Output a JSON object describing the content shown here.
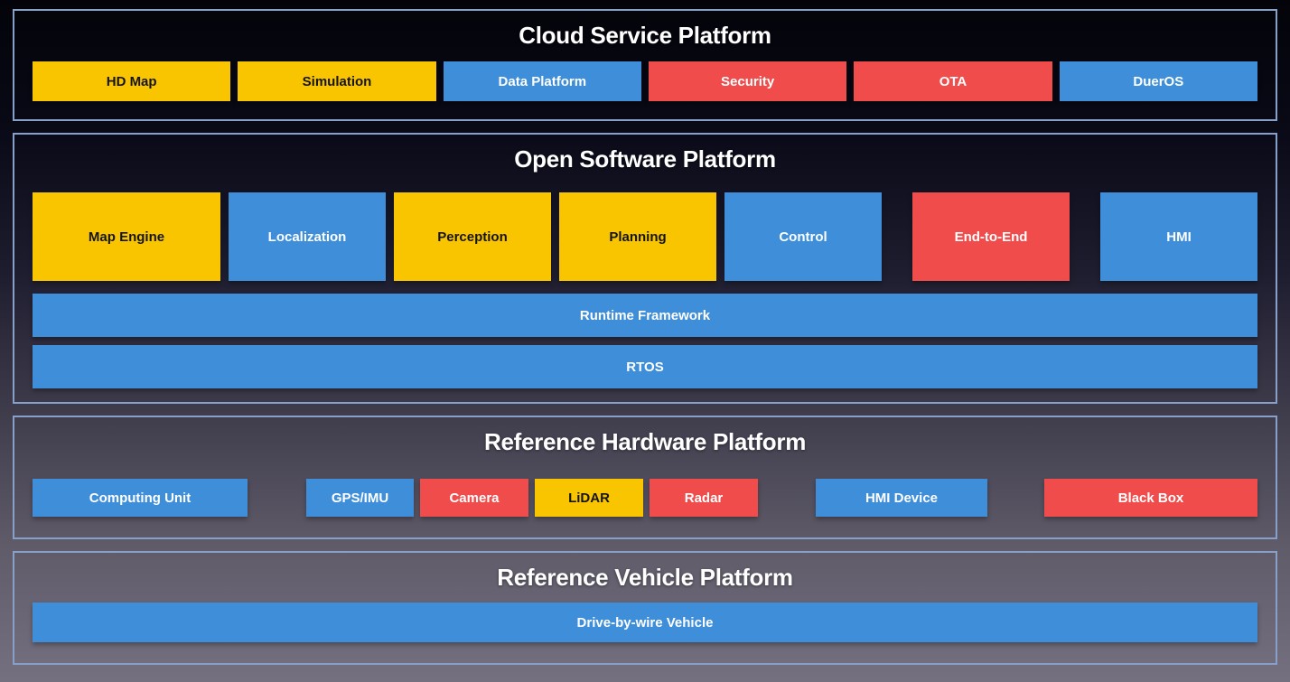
{
  "palette": {
    "yellow": "#F8C500",
    "blue": "#3E8ED9",
    "red": "#F14C4C",
    "border": "#87A0C9",
    "title_text": "#FFFFFF",
    "text_on_yellow": "#141414",
    "text_on_blue": "#FFFFFF",
    "text_on_red": "#FFFFFF",
    "bg_stops": [
      "#030309",
      "#0a0a18",
      "#1e1d2f",
      "#3e3b4b",
      "#5f5b69",
      "#757080"
    ]
  },
  "sections": [
    {
      "title": "Cloud Service Platform",
      "boxes": [
        {
          "label": "HD Map",
          "bg": "#F8C500",
          "fg": "#141414"
        },
        {
          "label": "Simulation",
          "bg": "#F8C500",
          "fg": "#141414"
        },
        {
          "label": "Data Platform",
          "bg": "#3E8ED9",
          "fg": "#FFFFFF"
        },
        {
          "label": "Security",
          "bg": "#F14C4C",
          "fg": "#FFFFFF"
        },
        {
          "label": "OTA",
          "bg": "#F14C4C",
          "fg": "#FFFFFF"
        },
        {
          "label": "DuerOS",
          "bg": "#3E8ED9",
          "fg": "#FFFFFF"
        }
      ]
    },
    {
      "title": "Open Software Platform",
      "modules": [
        {
          "label": "Map Engine",
          "bg": "#F8C500",
          "fg": "#141414"
        },
        {
          "label": "Localization",
          "bg": "#3E8ED9",
          "fg": "#FFFFFF"
        },
        {
          "label": "Perception",
          "bg": "#F8C500",
          "fg": "#141414"
        },
        {
          "label": "Planning",
          "bg": "#F8C500",
          "fg": "#141414"
        },
        {
          "label": "Control",
          "bg": "#3E8ED9",
          "fg": "#FFFFFF"
        },
        {
          "label": "End-to-End",
          "bg": "#F14C4C",
          "fg": "#FFFFFF"
        },
        {
          "label": "HMI",
          "bg": "#3E8ED9",
          "fg": "#FFFFFF"
        }
      ],
      "bars": [
        {
          "label": "Runtime Framework",
          "bg": "#3E8ED9",
          "fg": "#FFFFFF"
        },
        {
          "label": "RTOS",
          "bg": "#3E8ED9",
          "fg": "#FFFFFF"
        }
      ]
    },
    {
      "title": "Reference Hardware Platform",
      "boxes": [
        {
          "label": "Computing Unit",
          "bg": "#3E8ED9",
          "fg": "#FFFFFF"
        },
        {
          "label": "GPS/IMU",
          "bg": "#3E8ED9",
          "fg": "#FFFFFF"
        },
        {
          "label": "Camera",
          "bg": "#F14C4C",
          "fg": "#FFFFFF"
        },
        {
          "label": "LiDAR",
          "bg": "#F8C500",
          "fg": "#141414"
        },
        {
          "label": "Radar",
          "bg": "#F14C4C",
          "fg": "#FFFFFF"
        },
        {
          "label": "HMI Device",
          "bg": "#3E8ED9",
          "fg": "#FFFFFF"
        },
        {
          "label": "Black Box",
          "bg": "#F14C4C",
          "fg": "#FFFFFF"
        }
      ]
    },
    {
      "title": "Reference Vehicle Platform",
      "bars": [
        {
          "label": "Drive-by-wire Vehicle",
          "bg": "#3E8ED9",
          "fg": "#FFFFFF"
        }
      ]
    }
  ]
}
